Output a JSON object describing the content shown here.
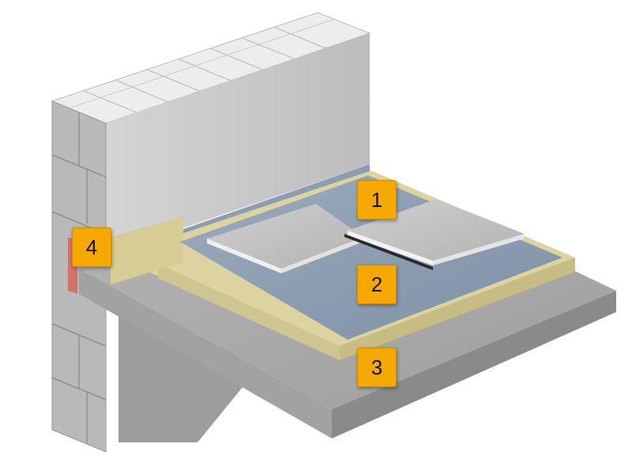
{
  "colors": {
    "marker_fill": "#f5a800",
    "marker_border": "#d08a00",
    "concrete": "#a9a9a9",
    "membrane": "#8fa0b4",
    "insulation": "#d8cf9a",
    "wall_render": "#c9c9c9"
  },
  "markers": [
    {
      "id": "1",
      "label": "1"
    },
    {
      "id": "2",
      "label": "2"
    },
    {
      "id": "3",
      "label": "3"
    },
    {
      "id": "4",
      "label": "4"
    }
  ]
}
